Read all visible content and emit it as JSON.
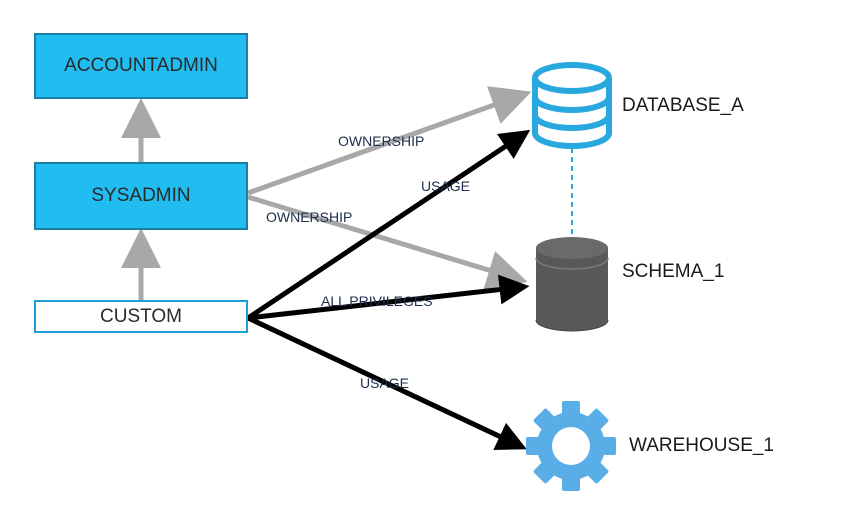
{
  "roles": {
    "accountadmin": "ACCOUNTADMIN",
    "sysadmin": "SYSADMIN",
    "custom": "CUSTOM"
  },
  "objects": {
    "database": "DATABASE_A",
    "schema": "SCHEMA_1",
    "warehouse": "WAREHOUSE_1"
  },
  "edges": {
    "sysadmin_database": "OWNERSHIP",
    "sysadmin_schema": "OWNERSHIP",
    "custom_database": "USAGE",
    "custom_schema": "ALL PRIVILEGES",
    "custom_warehouse": "USAGE"
  },
  "colors": {
    "role_fill": "#22bdf0",
    "ownership_arrow": "#a8a8a8",
    "grant_arrow": "#000000",
    "database_icon": "#29a8e0",
    "schema_icon": "#555555",
    "warehouse_icon": "#5aaee8"
  },
  "icons": {
    "database": "database-icon",
    "schema": "schema-icon",
    "warehouse": "gear-icon"
  }
}
